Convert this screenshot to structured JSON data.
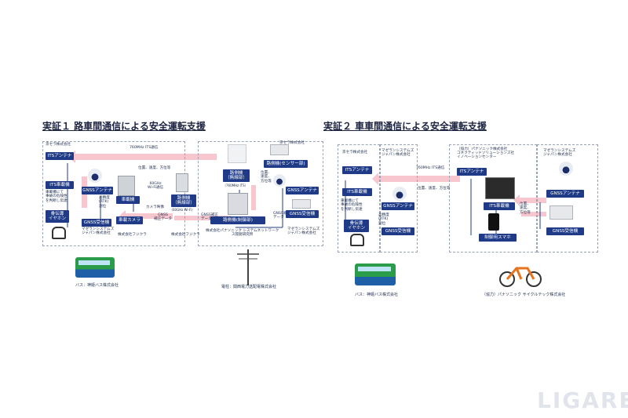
{
  "logo": "LIGARE",
  "demo1": {
    "title": "実証１ 路車間通信による安全運転支援",
    "companies": {
      "kyocera": "京セラ株式会社",
      "kyocera_right": "京セラ株式会社",
      "magellan_left": "マゼランシステムズ\nジャパン株式会社",
      "magellan_right": "マゼランシステムズ\nジャパン株式会社",
      "fujikura_left": "株式会社フジクラ",
      "fujikura_mid": "株式会社フジクラ",
      "panasonic_net": "株式会社パナソニック システムネットワーク\nス開発研究所"
    },
    "boxes": {
      "its_antenna": "ITSアンテナ",
      "its_onboard": "ITS車載機",
      "bone_earphone": "骨伝導\nイヤホン",
      "gnss_receiver_left": "GNSS受信機",
      "gnss_antenna_left": "GNSSアンテナ",
      "onboard_unit": "車載機",
      "onboard_camera": "車載カメラ",
      "roadside_wireless_its": "路側機\n（無線部）",
      "roadside_its_sub": "（760MHz ITS）",
      "roadside_wireless_60": "路側機\n（無線部）",
      "roadside_60_sub": "（60GHz Wi-Fi）",
      "roadside_control": "路側機(制御部)",
      "roadside_sensor": "路側機(センサー部)",
      "gnss_antenna_right": "GNSSアンテナ",
      "gnss_receiver_right": "GNSS受信機"
    },
    "labels": {
      "its_comm": "760MHz ITS通信",
      "pos_speed": "位置、速度、方位等",
      "wifi": "60GHz\nWi-Fi通信",
      "camera_video": "カメラ映像",
      "gnss_correction": "GNSS\n補正データ",
      "onboard_note": "車載機にて\n事故の危険性\nを判断し伝達",
      "high_precision": "高精度\n(RTK)\n測位",
      "gnss_corr_data_left": "GNSS補正\nデータ",
      "gnss_corr_data_right": "GNSS補正\nデータ",
      "pos_sensor": "位置、\n速度、\n方位等"
    },
    "captions": {
      "bus": "バス：神姫バス株式会社",
      "pole": "電柱：関西電力送配電株式会社"
    }
  },
  "demo2": {
    "title": "実証２ 車車間通信による安全運転支援",
    "companies": {
      "kyocera": "京セラ株式会社",
      "magellan_a": "マゼランシステムズ\nジャパン株式会社",
      "panasonic_coop": "（協力）パナソニック株式会社\nコネクティッドソリューションズ社\nイノベーションセンター",
      "magellan_b": "マゼランシステムズ\nジャパン株式会社"
    },
    "boxes": {
      "its_antenna_left": "ITSアンテナ",
      "its_onboard_left": "ITS車載機",
      "bone_earphone": "骨伝導\nイヤホン",
      "gnss_antenna_left": "GNSSアンテナ",
      "gnss_receiver_left": "GNSS受信機",
      "its_antenna_right": "ITSアンテナ",
      "its_onboard_right": "ITS車載機",
      "control_phone": "制御用スマホ",
      "gnss_antenna_right": "GNSSアンテナ",
      "gnss_receiver_right": "GNSS受信機"
    },
    "labels": {
      "its_comm": "760MHz ITS通信",
      "pos_speed": "位置、速度、方位等",
      "onboard_note": "車載機にて\n事故の危険性\nを判断し伝達",
      "high_precision": "高精度\n(RTK)\n測位",
      "pos_right": "位置、\n速度、\n方位等"
    },
    "captions": {
      "bus": "バス：神姫バス株式会社",
      "bike": "（協力）パナソニック サイクルテック株式会社"
    }
  }
}
